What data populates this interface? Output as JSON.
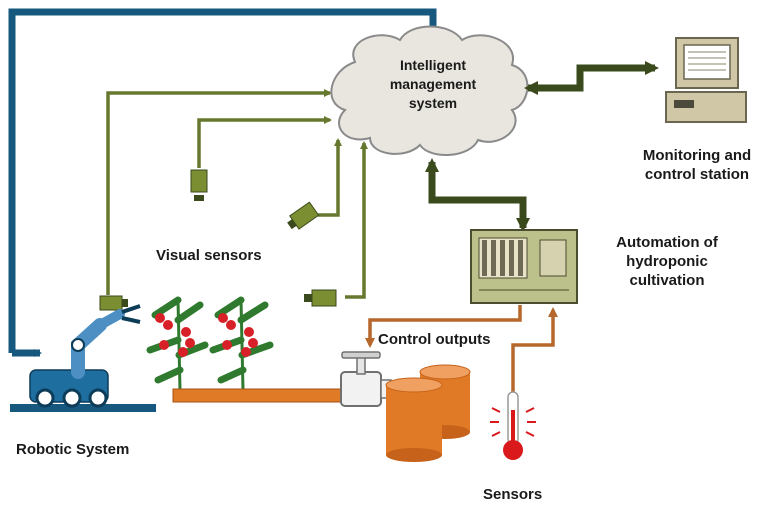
{
  "labels": {
    "cloud": [
      "Intelligent",
      "management",
      "system"
    ],
    "monitoring": [
      "Monitoring and",
      "control station"
    ],
    "automation": [
      "Automation of",
      "hydroponic",
      "cultivation"
    ],
    "visual_sensors": "Visual sensors",
    "control_outputs": "Control outputs",
    "robotic_system": "Robotic System",
    "sensors": "Sensors"
  },
  "colors": {
    "navy": "#16587e",
    "olive": "#66782e",
    "olive_dark": "#3b4a1d",
    "orange": "#e07a26",
    "brown_line": "#b5672c",
    "cloud_fill": "#e9e6df",
    "cloud_stroke": "#8a8a8a",
    "computer": "#cfc7a6",
    "panel": "#bcc08a",
    "thermo_red": "#d9191c",
    "tomato": "#d72027",
    "leaf": "#2f7a2e"
  },
  "icons": [
    "cloud-icon",
    "computer-icon",
    "control-panel-icon",
    "camera-icon",
    "robot-arm-icon",
    "tomato-plant-icon",
    "valve-icon",
    "tank-icon",
    "thermometer-icon"
  ]
}
